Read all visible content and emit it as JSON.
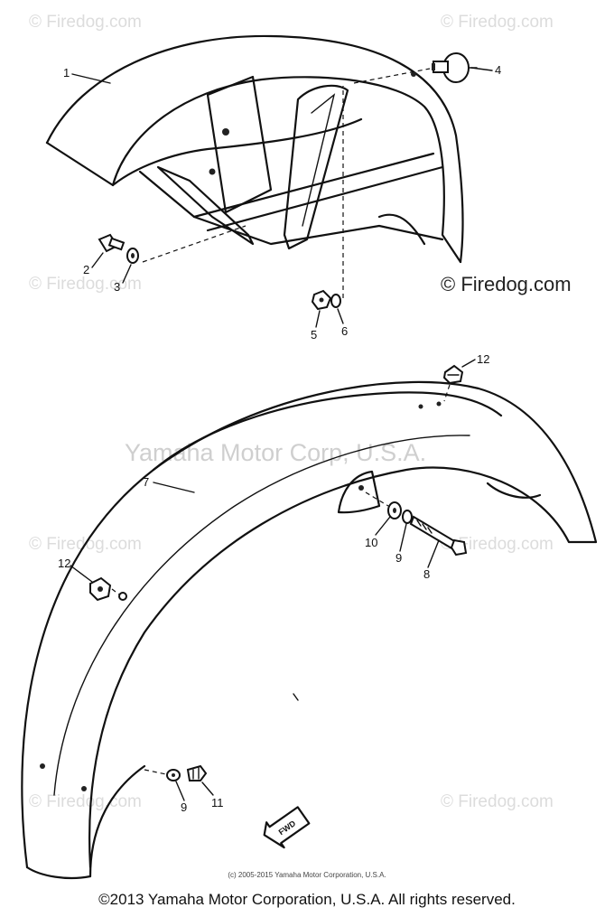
{
  "watermarks": {
    "brand": "© Firedog.com",
    "brand_prominent": "© Firedog.com",
    "center": "Yamaha Motor Corp, U.S.A."
  },
  "callouts": {
    "c1": "1",
    "c2": "2",
    "c3": "3",
    "c4": "4",
    "c5": "5",
    "c6": "6",
    "c7": "7",
    "c8": "8",
    "c9a": "9",
    "c9b": "9",
    "c10": "10",
    "c11": "11",
    "c12a": "12",
    "c12b": "12"
  },
  "fwd_label": "FWD",
  "small_copyright": "(c) 2005-2015 Yamaha Motor Corporation, U.S.A.",
  "footer": "©2013 Yamaha Motor Corporation, U.S.A. All rights reserved."
}
